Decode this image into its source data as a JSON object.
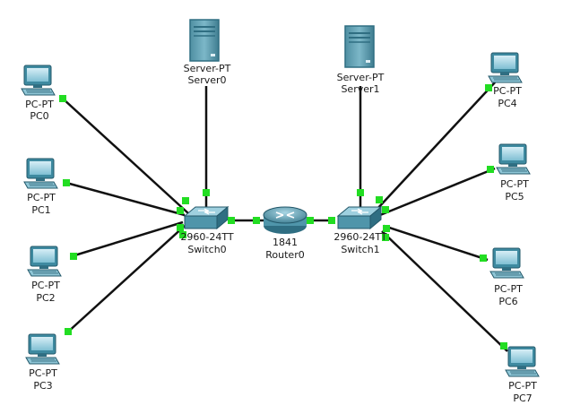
{
  "devices": {
    "server0": {
      "type": "Server-PT",
      "name": "Server0"
    },
    "server1": {
      "type": "Server-PT",
      "name": "Server1"
    },
    "pc0": {
      "type": "PC-PT",
      "name": "PC0"
    },
    "pc1": {
      "type": "PC-PT",
      "name": "PC1"
    },
    "pc2": {
      "type": "PC-PT",
      "name": "PC2"
    },
    "pc3": {
      "type": "PC-PT",
      "name": "PC3"
    },
    "pc4": {
      "type": "PC-PT",
      "name": "PC4"
    },
    "pc5": {
      "type": "PC-PT",
      "name": "PC5"
    },
    "pc6": {
      "type": "PC-PT",
      "name": "PC6"
    },
    "pc7": {
      "type": "PC-PT",
      "name": "PC7"
    },
    "switch0": {
      "type": "2960-24TT",
      "name": "Switch0"
    },
    "switch1": {
      "type": "2960-24TT",
      "name": "Switch1"
    },
    "router0": {
      "type": "1841",
      "name": "Router0"
    }
  },
  "colors": {
    "link": "#111111",
    "link_up": "#22dd22",
    "device_body": "#5b9fb3",
    "device_dark": "#2f6e82",
    "screen": "#b8dbe8"
  },
  "icons": [
    "server-icon",
    "pc-icon",
    "switch-icon",
    "router-icon"
  ]
}
